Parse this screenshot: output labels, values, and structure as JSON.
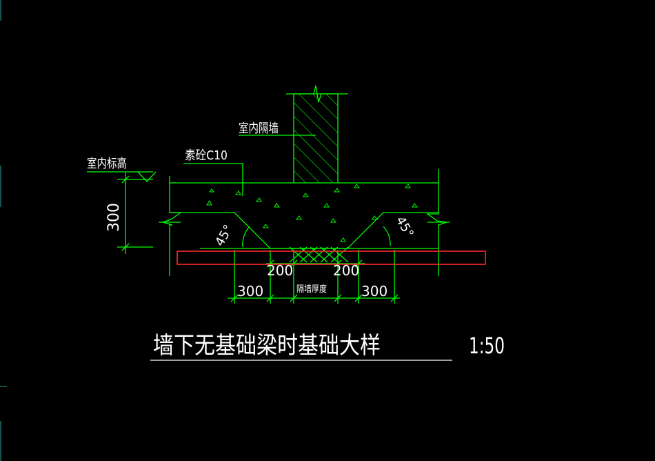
{
  "colors": {
    "background": "#000000",
    "geometry": "#00ff00",
    "text": "#ffffff",
    "highlight": "#ff2a2a",
    "edge_marks": "#2aa5a5"
  },
  "labels": {
    "partition_wall": "室内隔墙",
    "plain_concrete": "素砼C10",
    "indoor_elevation": "室内标高",
    "height_300": "300",
    "angle_left": "45°",
    "angle_right": "45°",
    "dim_200_left": "200",
    "dim_200_right": "200",
    "dim_300_left": "300",
    "dim_300_right": "300",
    "wall_thickness": "隔墙厚度"
  },
  "title": {
    "main": "墙下无基础梁时基础大样",
    "scale": "1:50"
  }
}
